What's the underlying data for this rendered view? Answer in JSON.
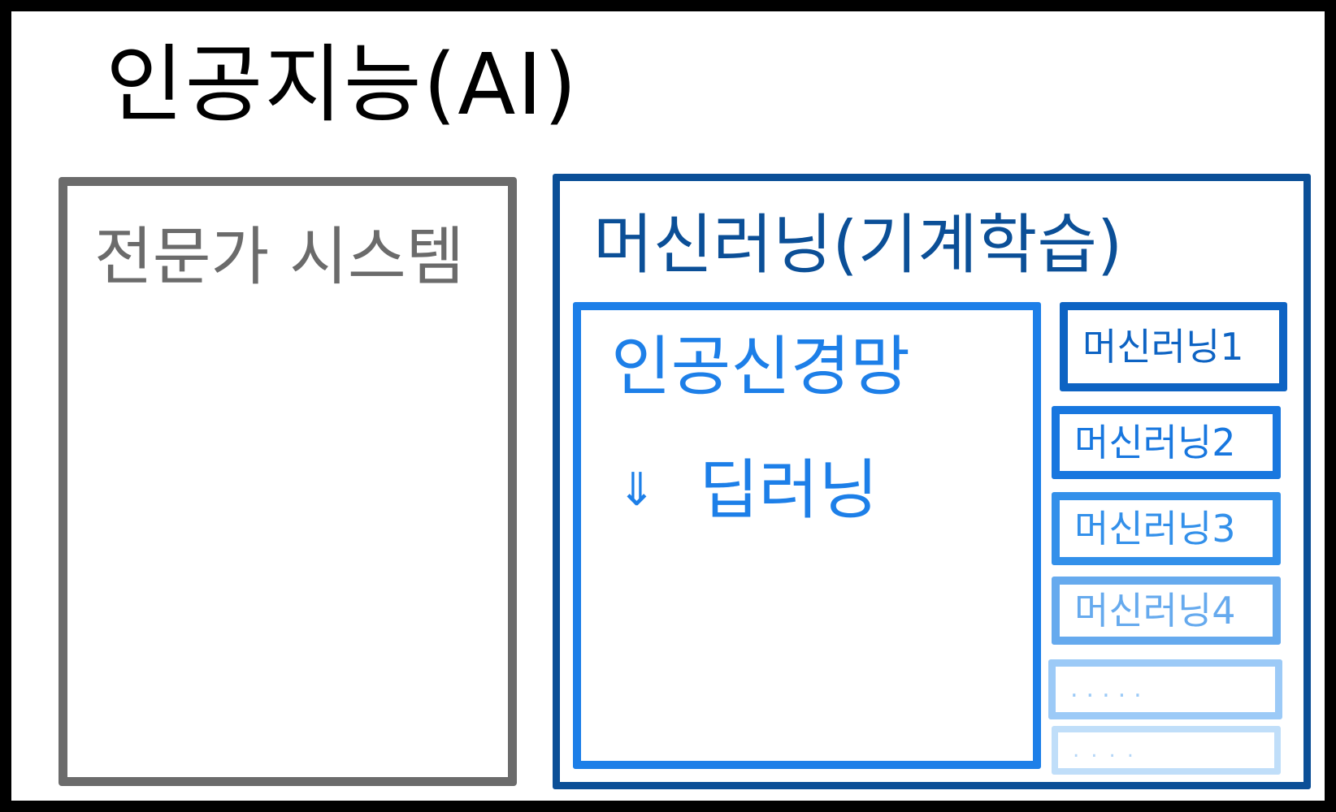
{
  "title": "인공지능(AI)",
  "expert_system": {
    "label": "전문가 시스템"
  },
  "machine_learning": {
    "label": "머신러닝(기계학습)",
    "neural_network": {
      "label": "인공신경망",
      "arrow": "⇓",
      "deep_learning_label": "딥러닝"
    },
    "items": [
      {
        "label": "머신러닝1"
      },
      {
        "label": "머신러닝2"
      },
      {
        "label": "머신러닝3"
      },
      {
        "label": "머신러닝4"
      },
      {
        "label": "....."
      },
      {
        "label": "...."
      }
    ]
  },
  "colors": {
    "frame": "#000000",
    "expert": "#6b6b6b",
    "ml": "#0b4f97",
    "ann": "#1d7fe8"
  }
}
